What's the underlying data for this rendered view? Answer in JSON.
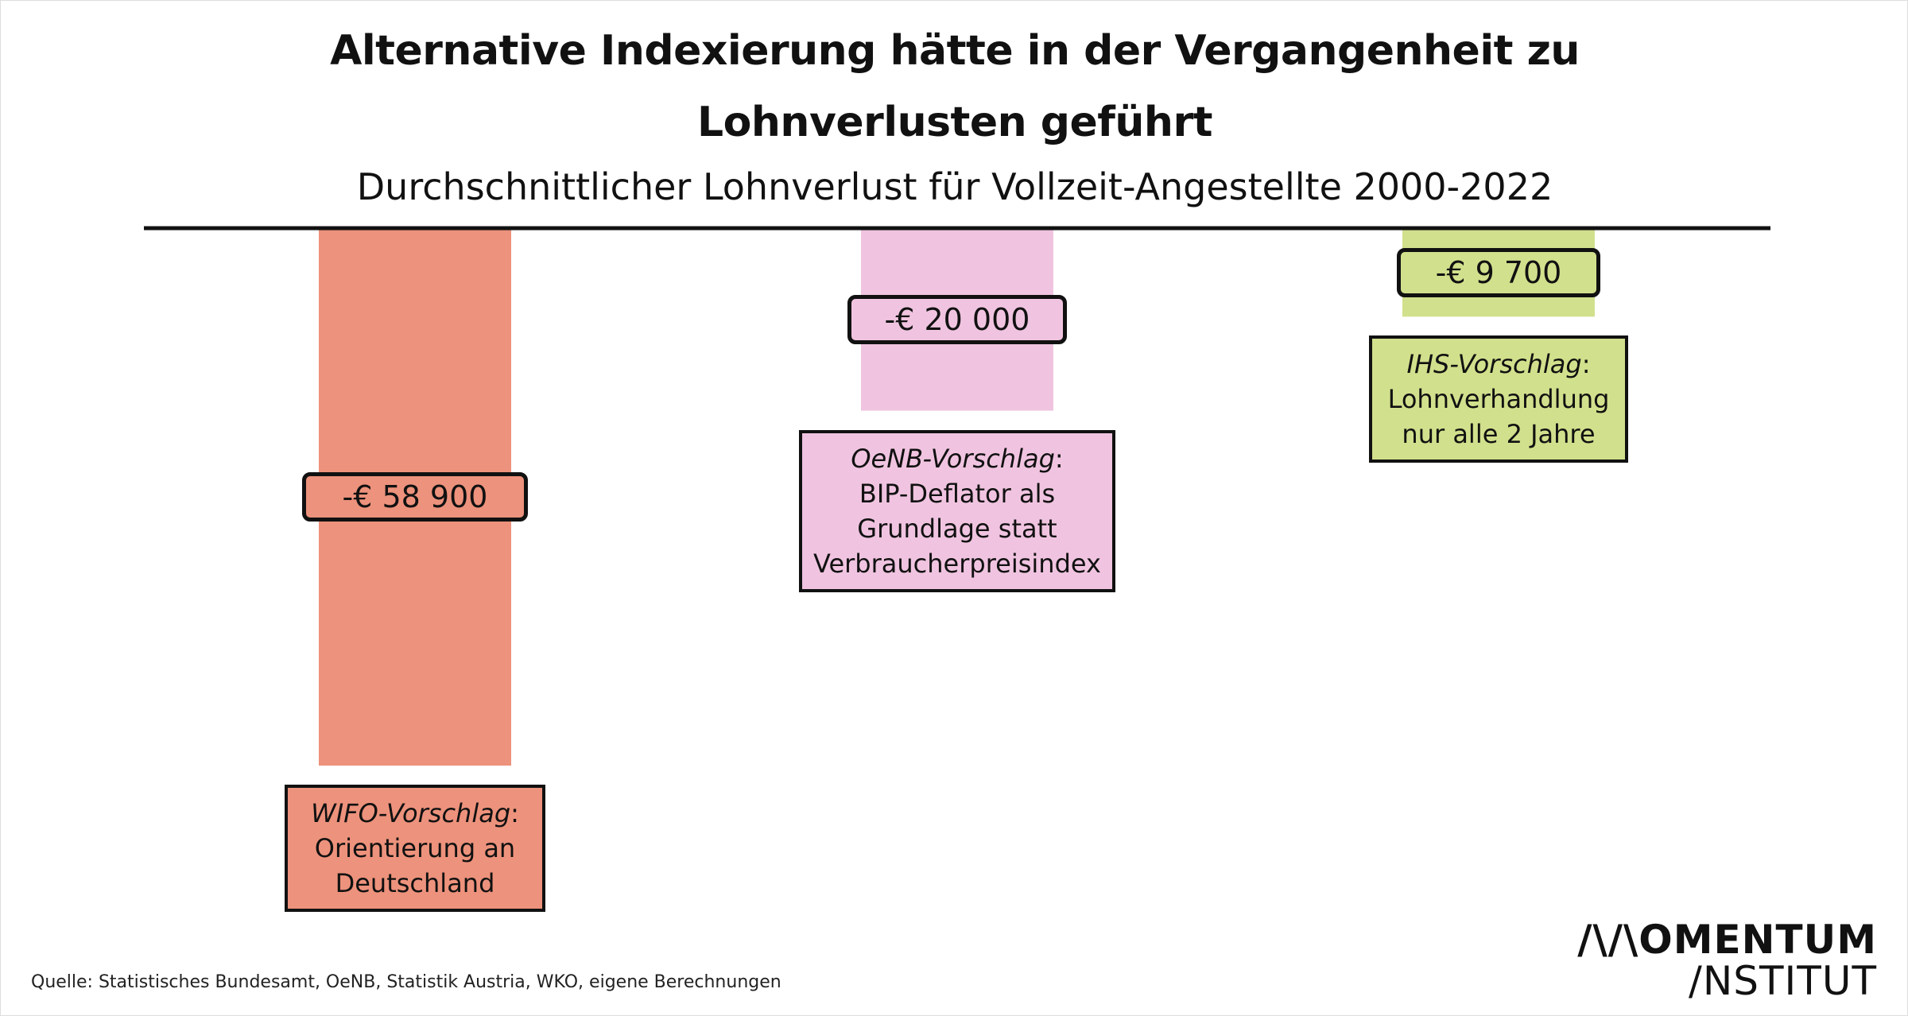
{
  "header": {
    "title_line1": "Alternative Indexierung hätte in der Vergangenheit zu",
    "title_line2": "Lohnverlusten geführt",
    "subtitle": "Durchschnittlicher Lohnverlust für Vollzeit-Angestellte 2000-2022"
  },
  "chart_data": {
    "type": "bar",
    "orientation": "downward from zero baseline",
    "categories": [
      "WIFO-Vorschlag",
      "OeNB-Vorschlag",
      "IHS-Vorschlag"
    ],
    "values": [
      -58900,
      -20000,
      -9700
    ],
    "value_labels": [
      "-€ 58 900",
      "-€ 20 000",
      "-€ 9 700"
    ],
    "unit": "€",
    "colors": [
      "#ED927C",
      "#F0C4E0",
      "#D1E08C"
    ],
    "ylim": [
      -58900,
      0
    ],
    "grid": false,
    "legend": "none",
    "annotations": [
      {
        "name": "WIFO-Vorschlag",
        "rest": ":",
        "lines": [
          "Orientierung an",
          "Deutschland"
        ]
      },
      {
        "name": "OeNB-Vorschlag",
        "rest": ":",
        "lines": [
          "BIP-Deflator als",
          "Grundlage statt",
          "Verbraucherpreisindex"
        ]
      },
      {
        "name": "IHS-Vorschlag",
        "rest": ":",
        "lines": [
          "Lohnverhandlung",
          "nur alle 2 Jahre"
        ]
      }
    ]
  },
  "footer": {
    "source": "Quelle: Statistisches Bundesamt, OeNB, Statistik Austria,  WKO, eigene Berechnungen",
    "logo_line1": "/\\/\\OMENTUM",
    "logo_line2": "/NSTITUT"
  }
}
